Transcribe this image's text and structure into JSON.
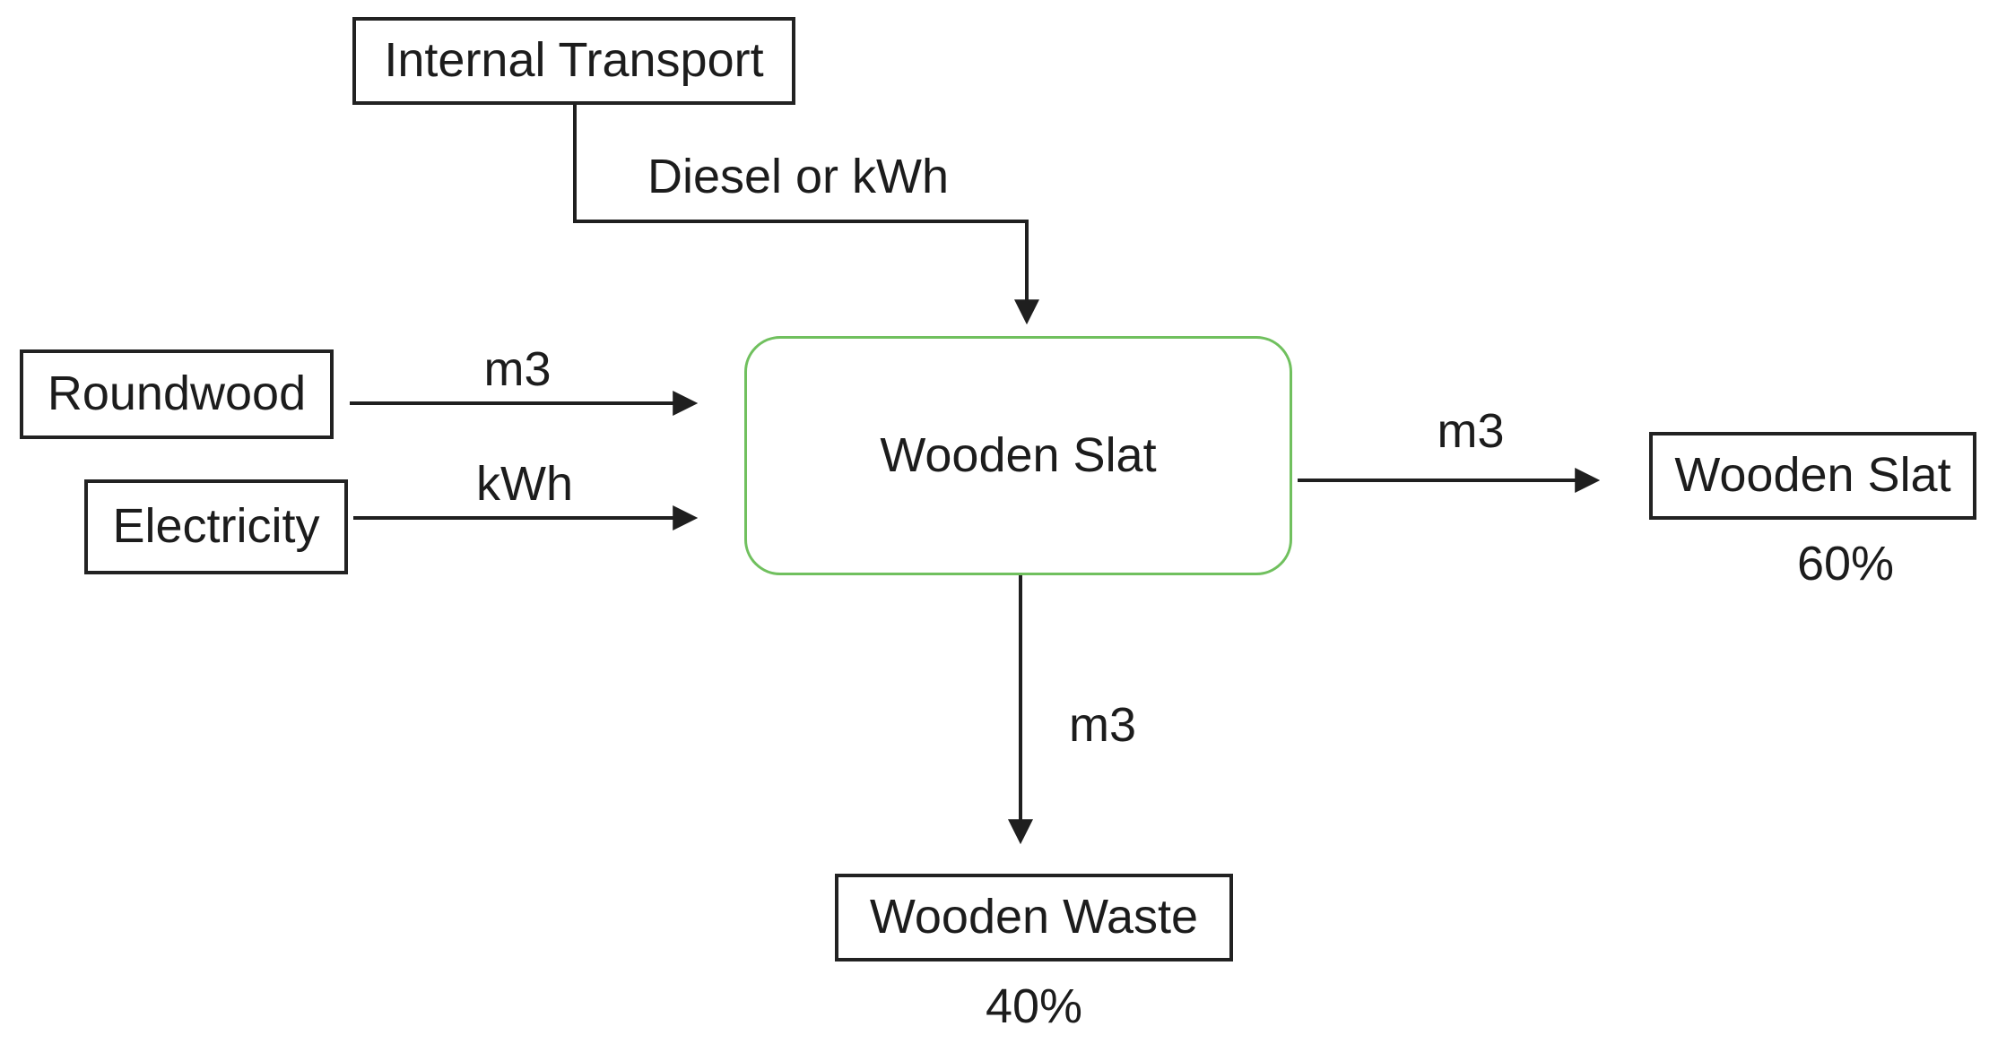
{
  "diagram": {
    "colors": {
      "background": "#ffffff",
      "text": "#1c1c1c",
      "box_border": "#222222",
      "line": "#1f1f1f",
      "process_accent": "#70c05e"
    },
    "nodes": {
      "internal_transport": {
        "label": "Internal Transport"
      },
      "roundwood": {
        "label": "Roundwood"
      },
      "electricity": {
        "label": "Electricity"
      },
      "process": {
        "label": "Wooden Slat"
      },
      "output_slat": {
        "label": "Wooden Slat",
        "share": "60%"
      },
      "output_waste": {
        "label": "Wooden Waste",
        "share": "40%"
      }
    },
    "edges": {
      "transport_to_process": {
        "label": "Diesel or kWh"
      },
      "roundwood_to_process": {
        "label": "m3"
      },
      "electricity_to_process": {
        "label": "kWh"
      },
      "process_to_slat": {
        "label": "m3"
      },
      "process_to_waste": {
        "label": "m3"
      }
    }
  }
}
